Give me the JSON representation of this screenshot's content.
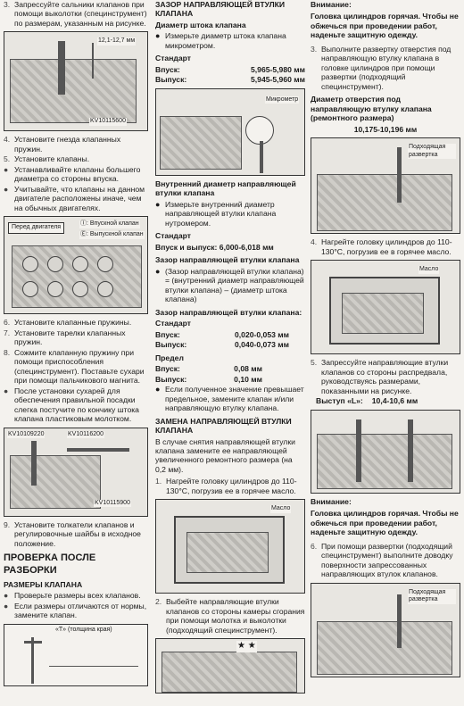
{
  "col1": {
    "item3": {
      "num": "3.",
      "text": "Запрессуйте сальники клапанов при помощи выколотки (специнструмент) по размерам, указанным на рисунке."
    },
    "fig1": {
      "dim": "12,1-12,7 мм",
      "code": "KV10115600"
    },
    "list_a": [
      {
        "mark": "4.",
        "text": "Установите гнезда клапанных пружин."
      },
      {
        "mark": "5.",
        "text": "Установите клапаны."
      },
      {
        "mark": "●",
        "text": "Устанавливайте клапаны большего диаметра со стороны впуска."
      },
      {
        "mark": "●",
        "text": "Учитывайте, что клапаны на данном двигателе расположены иначе, чем на обычных двигателях."
      }
    ],
    "fig2": {
      "front": "Перед двигателя",
      "intake": "Ⓘ: Впускной клапан",
      "exhaust": "Ⓔ: Выпускной клапан"
    },
    "list_b": [
      {
        "mark": "6.",
        "text": "Установите клапанные пружины."
      },
      {
        "mark": "7.",
        "text": "Установите тарелки клапанных пружин."
      },
      {
        "mark": "8.",
        "text": "Сожмите клапанную пружину при помощи приспособления (специнструмент). Поставьте сухари при помощи пальчикового магнита."
      },
      {
        "mark": "●",
        "text": "После установки сухарей для обеспечения правильной посадки слегка постучите по кончику штока клапана пластиковым молотком."
      }
    ],
    "fig3": {
      "code1": "KV10109220",
      "code2": "KV10116200",
      "code3": "KV10115900"
    },
    "item9": {
      "num": "9.",
      "text": "Установите толкатели клапанов и регулировочные шайбы в исходное положение."
    },
    "section_title": "ПРОВЕРКА ПОСЛЕ РАЗБОРКИ",
    "sub_title": "РАЗМЕРЫ КЛАПАНА",
    "list_c": [
      {
        "mark": "●",
        "text": "Проверьте размеры всех клапанов."
      },
      {
        "mark": "●",
        "text": "Если размеры отличаются от нормы, замените клапан."
      }
    ],
    "fig4": {
      "label": "«T» (толщина края)"
    }
  },
  "col2": {
    "title1": "ЗАЗОР НАПРАВЛЯЮЩЕЙ ВТУЛКИ КЛАПАНА",
    "sub1": "Диаметр штока клапана",
    "b1": "Измерьте диаметр штока клапана микрометром.",
    "std_label": "Стандарт",
    "std": [
      {
        "k": "Впуск:",
        "v": "5,965-5,980 мм"
      },
      {
        "k": "Выпуск:",
        "v": "5,945-5,960 мм"
      }
    ],
    "fig5": {
      "label": "Микрометр"
    },
    "title2": "Внутренний диаметр направляющей втулки клапана",
    "b2": "Измерьте внутренний диаметр направляющей втулки клапана нутромером.",
    "std2_label": "Стандарт",
    "std2": "Впуск и выпуск: 6,000-6,018 мм",
    "title3": "Зазор направляющей втулки клапана",
    "b3": "(Зазор направляющей втулки клапана) = (внутренний диаметр направляющей втулки клапана) – (диаметр штока клапана)",
    "title4": "Зазор направляющей втулки клапана:",
    "std3_label": "Стандарт",
    "std3": [
      {
        "k": "Впуск:",
        "v": "0,020-0,053 мм"
      },
      {
        "k": "Выпуск:",
        "v": "0,040-0,073 мм"
      }
    ],
    "lim_label": "Предел",
    "lim": [
      {
        "k": "Впуск:",
        "v": "0,08 мм"
      },
      {
        "k": "Выпуск:",
        "v": "0,10 мм"
      }
    ],
    "b4": "Если полученное значение превышает предельное, замените клапан и/или направляющую втулку клапана.",
    "title5": "ЗАМЕНА НАПРАВЛЯЮЩЕЙ ВТУЛКИ КЛАПАНА",
    "p5": "В случае снятия направляющей втулки клапана замените ее направляющей увеличенного ремонтного размера (на 0,2 мм).",
    "item1": {
      "num": "1.",
      "text": "Нагрейте головку цилиндров до 110-130°С, погрузив ее в горячее масло."
    },
    "fig6": {
      "label": "Масло"
    },
    "item2": {
      "num": "2.",
      "text": "Выбейте направляющие втулки клапанов со стороны камеры сгорания при помощи молотка и выколотки (подходящий специнструмент)."
    }
  },
  "col3": {
    "warn_label": "Внимание:",
    "warn1": "Головка цилиндров горячая. Чтобы не обжечься при проведении работ, наденьте защитную одежду.",
    "item3": {
      "num": "3.",
      "text": "Выполните развертку отверстия под направляющую втулку клапана в головке цилиндров при помощи развертки (подходящий специнструмент)."
    },
    "title_d": "Диаметр отверстия под направляющую втулку клапана (ремонтного размера)",
    "d_value": "10,175-10,196 мм",
    "fig7": {
      "label": "Подходящая развертка"
    },
    "item4": {
      "num": "4.",
      "text": "Нагрейте головку цилиндров до 110-130°С, погрузив ее в горячее масло."
    },
    "fig8": {
      "label": "Масло"
    },
    "item5": {
      "num": "5.",
      "text": "Запрессуйте направляющие втулки клапанов со стороны распредвала, руководствуясь размерами, показанными на рисунке."
    },
    "proj_label": "Выступ «L»:",
    "proj_value": "10,4-10,6 мм",
    "warn_label2": "Внимание:",
    "warn2": "Головка цилиндров горячая. Чтобы не обжечься при проведении работ, наденьте защитную одежду.",
    "item6": {
      "num": "6.",
      "text": "При помощи развертки (подходящий специнструмент) выполните доводку поверхности запрессованных направляющих втулок клапанов."
    },
    "fig10": {
      "label": "Подходящая развертка"
    }
  }
}
